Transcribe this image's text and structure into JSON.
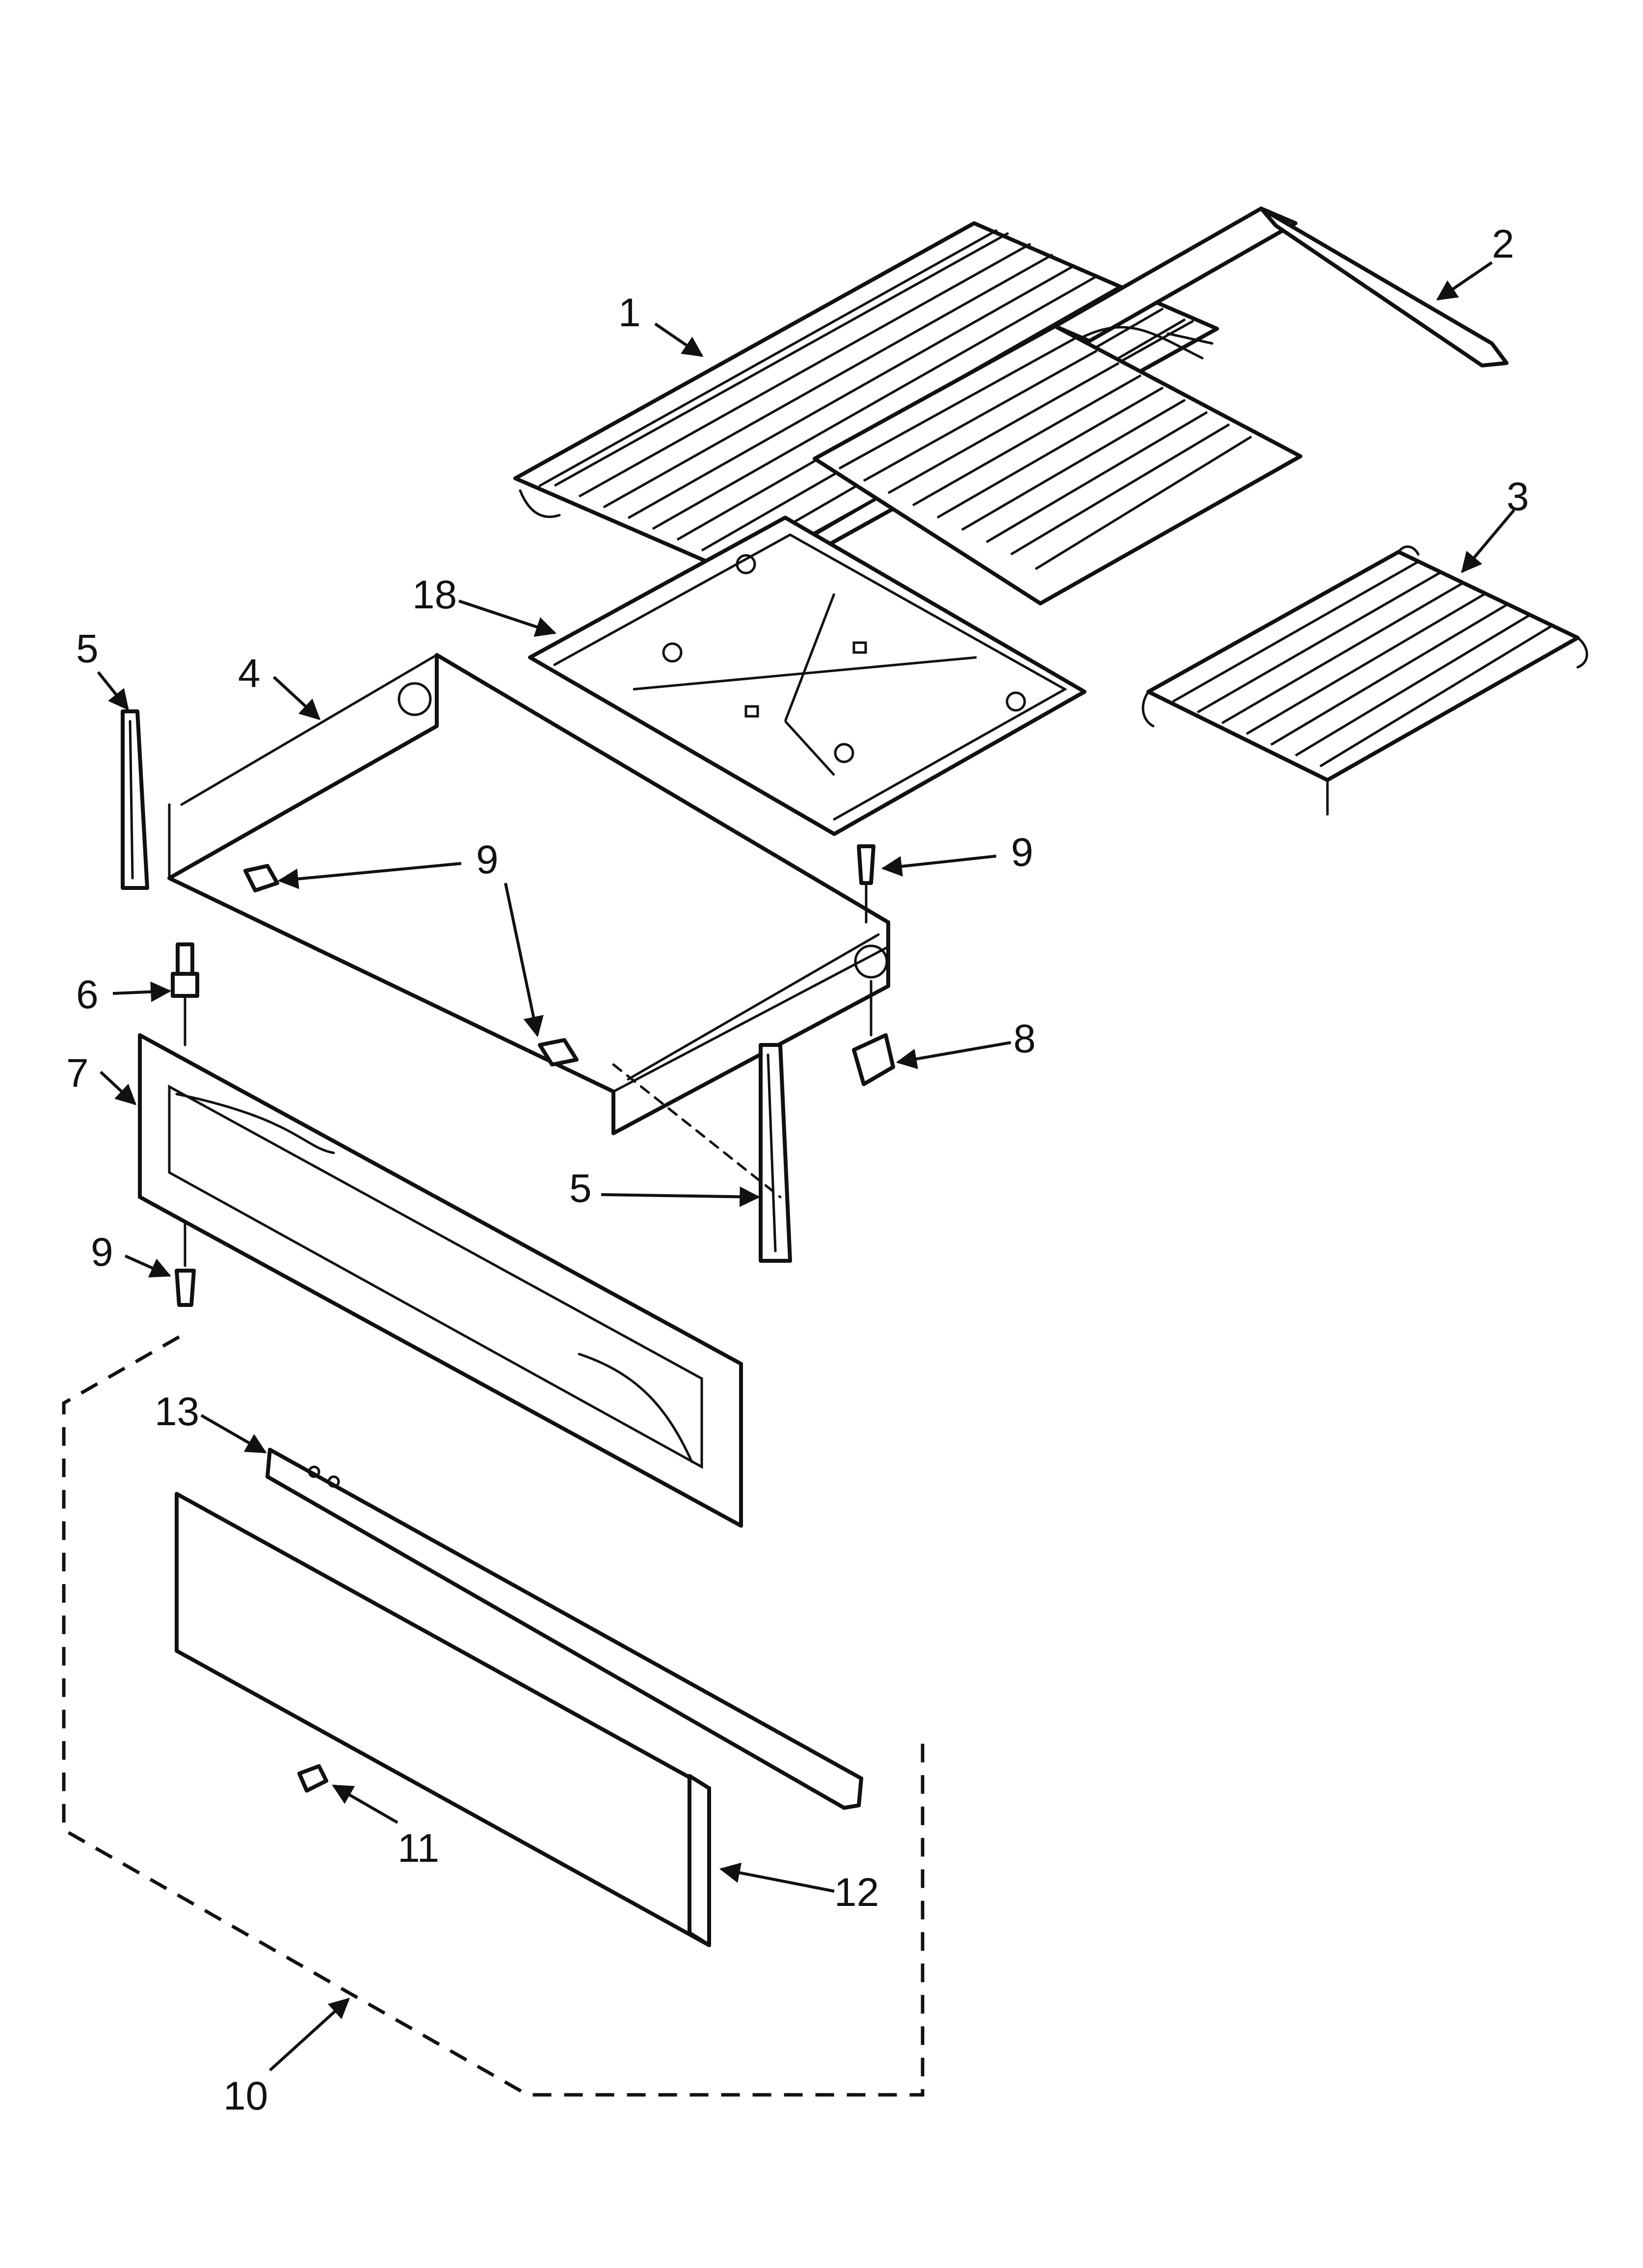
{
  "callouts": {
    "c1": "1",
    "c2": "2",
    "c3": "3",
    "c4": "4",
    "c5a": "5",
    "c5b": "5",
    "c6": "6",
    "c7": "7",
    "c8": "8",
    "c9a": "9",
    "c9b": "9",
    "c9c": "9",
    "c10": "10",
    "c11": "11",
    "c12": "12",
    "c13": "13",
    "c18": "18"
  },
  "colors": {
    "line": "#111111",
    "background": "#ffffff"
  }
}
